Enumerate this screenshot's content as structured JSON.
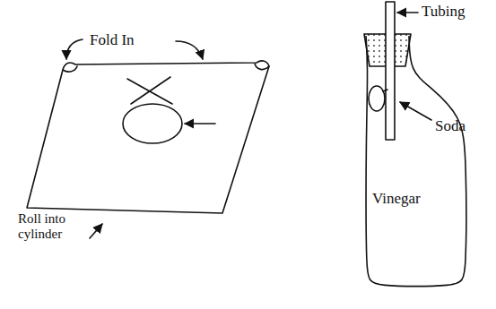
{
  "diagram": {
    "nodes": [
      {
        "text": [
          "Vinegar"
        ]
      }
    ],
    "labels": [
      "Fold In",
      "Roll into cylinder",
      "Tubing",
      "Soda"
    ]
  }
}
